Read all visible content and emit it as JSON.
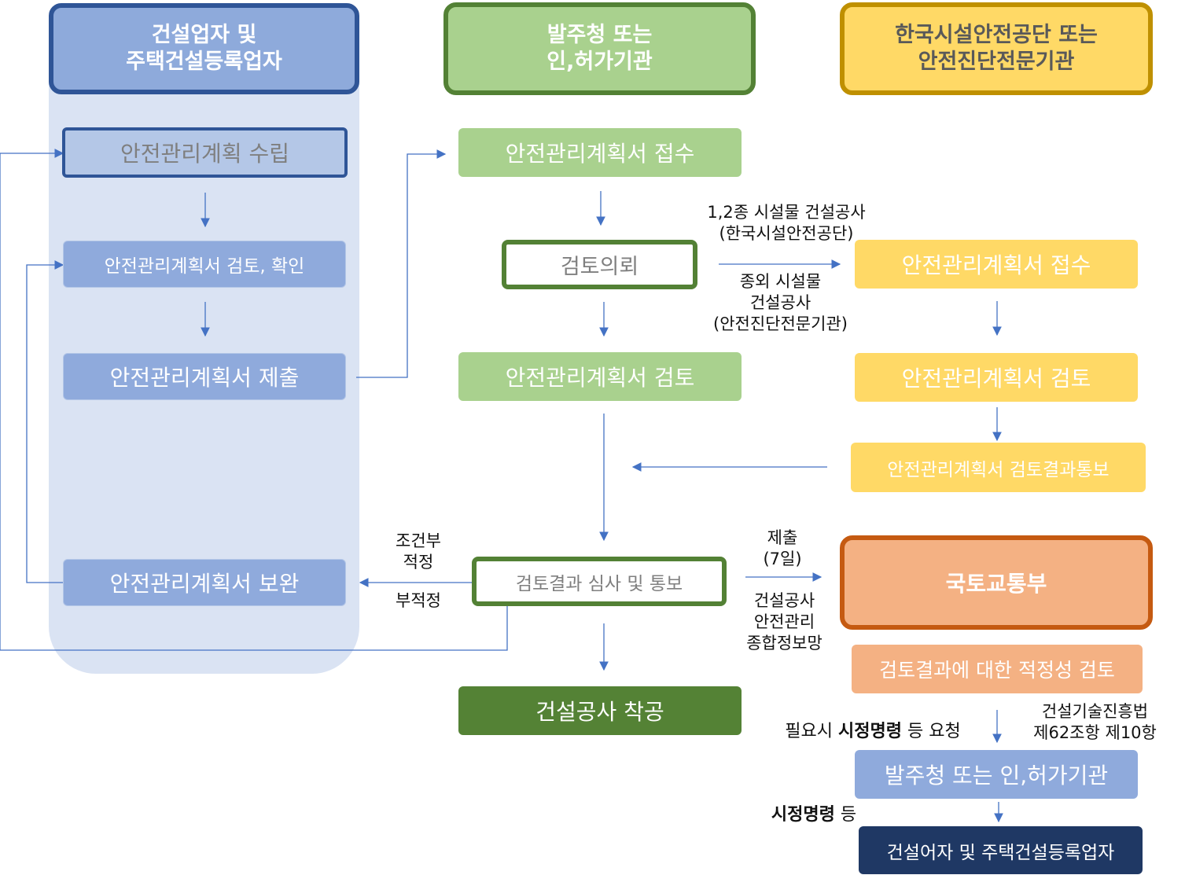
{
  "colors": {
    "blue_header_fill": "#8eaadb",
    "blue_header_border": "#2f5597",
    "blue_lane": "#dae3f3",
    "blue_box": "#8faadc",
    "green_header_fill": "#a9d18e",
    "green_header_border": "#538135",
    "green_box": "#a9d18e",
    "green_dark": "#548235",
    "yellow_header_fill": "#ffd966",
    "yellow_header_border": "#bf9000",
    "orange_fill": "#f4b183",
    "orange_border": "#c55a11",
    "navy": "#1f3864",
    "arrow": "#4472c4"
  },
  "headers": {
    "contractor_line1": "건설업자 및",
    "contractor_line2": "주택건설등록업자",
    "client_line1": "발주청 또는",
    "client_line2": "인,허가기관",
    "agency_line1": "한국시설안전공단 또는",
    "agency_line2": "안전진단전문기관"
  },
  "contractor": {
    "plan": "안전관리계획 수립",
    "review_confirm": "안전관리계획서 검토, 확인",
    "submit": "안전관리계획서 제출",
    "supplement": "안전관리계획서 보완"
  },
  "client": {
    "receive": "안전관리계획서 접수",
    "request_review": "검토의뢰",
    "review": "안전관리계획서 검토",
    "result_notice": "검토결과 심사 및 통보",
    "start": "건설공사 착공"
  },
  "agency": {
    "receive": "안전관리계획서 접수",
    "review": "안전관리계획서 검토",
    "result_notice": "안전관리계획서 검토결과통보"
  },
  "ministry": {
    "name": "국토교통부",
    "adequacy_review": "검토결과에 대한 적정성 검토",
    "client_box": "발주청 또는 인,허가기관",
    "contractor_box": "건설어자 및 주택건설등록업자"
  },
  "labels": {
    "type12_line1": "1,2종 시설물 건설공사",
    "type12_line2": "(한국시설안전공단)",
    "other_line1": "종외 시설물",
    "other_line2": "건설공사",
    "other_line3": "(안전진단전문기관)",
    "conditional_line1": "조건부",
    "conditional_line2": "적정",
    "unsuitable": "부적정",
    "submit_line1": "제출",
    "submit_line2": "(7일)",
    "network_line1": "건설공사",
    "network_line2": "안전관리",
    "network_line3": "종합정보망",
    "law_line1": "건설기술진흥법",
    "law_line2": "제62조항 제10항",
    "request_prefix": "필요시 ",
    "request_bold": "시정명령",
    "request_suffix": " 등 요청",
    "order_bold": "시정명령",
    "order_suffix": " 등"
  }
}
